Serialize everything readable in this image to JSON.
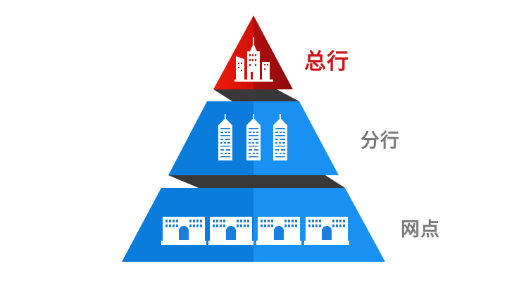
{
  "levels": [
    {
      "label": "总行",
      "icon": "headquarters-building-icon",
      "color": "#d0141a"
    },
    {
      "label": "分行",
      "icon": "branch-tower-icon",
      "color": "#1a90f0"
    },
    {
      "label": "网点",
      "icon": "outlet-building-icon",
      "color": "#1a90f0"
    }
  ],
  "colors": {
    "red": "#d0141a",
    "blue_dark": "#0b7bdc",
    "blue_light": "#1891f3",
    "band": "#383838",
    "label_gray": "#7a7a7a"
  }
}
